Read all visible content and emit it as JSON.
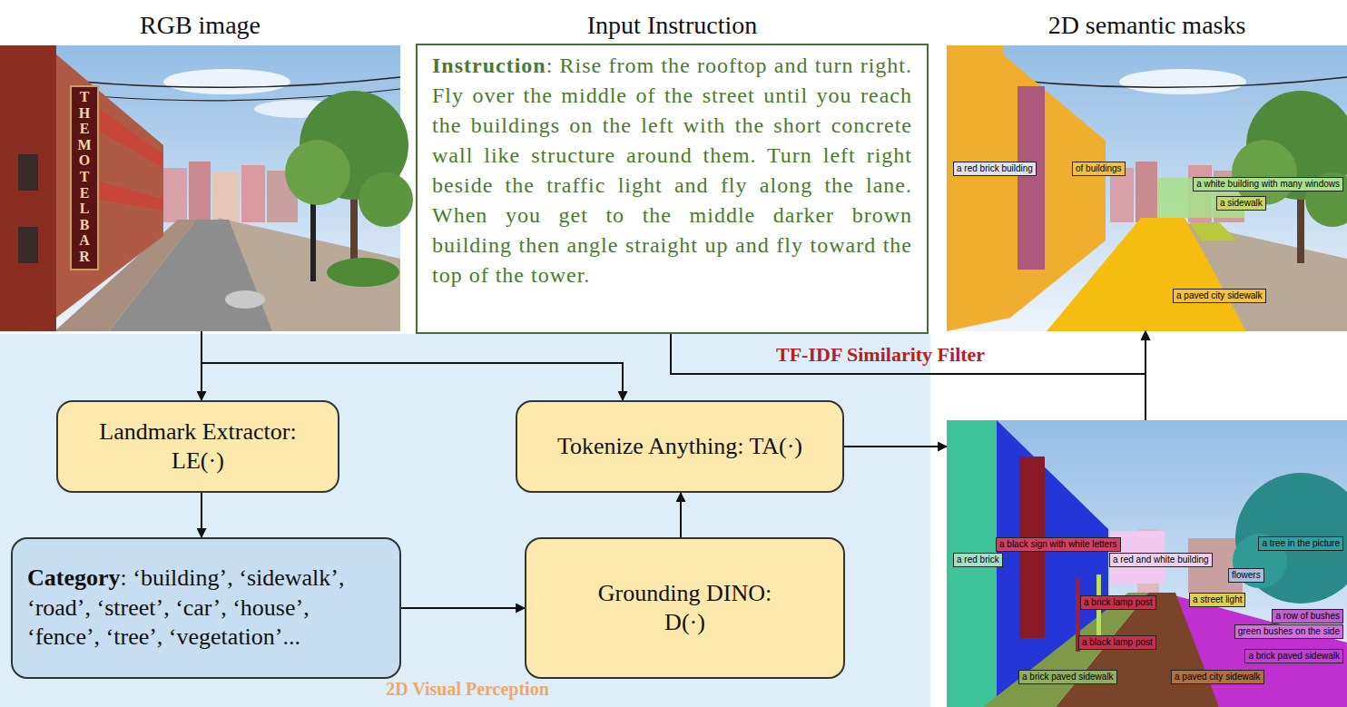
{
  "diagram": {
    "nodes": [
      {
        "text": [
          "RGB image",
          "THE MOTEL BAR"
        ]
      },
      {
        "text": [
          "Input Instruction",
          "Instruction: Rise from the rooftop and turn right. Fly over the middle of the street until you reach the buildings on the left with the short concrete wall like structure around them. Turn left right beside the traffic light and fly along the lane. When you get to the middle darker brown building then angle straight up and fly toward the top of the tower."
        ]
      },
      {
        "text": [
          "2D semantic masks",
          "a red brick building",
          "of buildings",
          "a white building with many windows",
          "a sidewalk",
          "a paved city sidewalk"
        ]
      },
      {
        "text": [
          "2D Visual Perception"
        ]
      },
      {
        "text": [
          "Landmark Extractor: LE(·)"
        ],
        "in": 3
      },
      {
        "text": [
          "Tokenize Anything: TA(·)"
        ],
        "in": 3
      },
      {
        "text": [
          "Category: ‘building’, ‘sidewalk’, ‘road’, ‘street’, ‘car’, ‘house’, ‘fence’, ‘tree’, ‘vegetation’..."
        ],
        "in": 3
      },
      {
        "text": [
          "Grounding DINO: D(·)"
        ],
        "in": 3
      },
      {
        "text": [
          "a red brick",
          "a black sign with white letters",
          "a red and white building",
          "flowers",
          "a tree in the picture",
          "a street light",
          "a brick lamp post",
          "a black lamp post",
          "a row of bushes",
          "green bushes on the side",
          "a brick paved sidewalk",
          "a paved city sidewalk",
          "a brick paved sidewalk"
        ]
      }
    ],
    "edges": [
      {
        "from": 0,
        "to": 4,
        "arrow": "to"
      },
      {
        "from": 0,
        "to": 5,
        "arrow": "to"
      },
      {
        "from": 1,
        "to": 2,
        "label": "TF-IDF Similarity Filter",
        "arrow": "to"
      },
      {
        "from": 8,
        "to": 2,
        "arrow": "to"
      },
      {
        "from": 4,
        "to": 6,
        "arrow": "to"
      },
      {
        "from": 6,
        "to": 7,
        "arrow": "to"
      },
      {
        "from": 7,
        "to": 5,
        "arrow": "to"
      },
      {
        "from": 5,
        "to": 8,
        "arrow": "to"
      }
    ]
  }
}
